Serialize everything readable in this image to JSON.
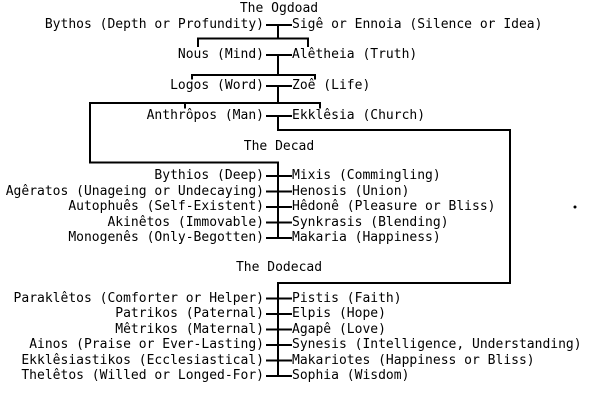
{
  "colors": {
    "ink": "#000000",
    "background": "#ffffff"
  },
  "diagram": {
    "sections": [
      {
        "title": "The Ogdoad",
        "couples": [
          {
            "left": "Bythos (Depth or Profundity)",
            "right": "Sigê or Ennoia (Silence or Idea)"
          },
          {
            "left": "Nous (Mind)",
            "right": "Alêtheia (Truth)"
          },
          {
            "left": "Logos (Word)",
            "right": "Zoê (Life)"
          },
          {
            "left": "Anthrôpos (Man)",
            "right": "Ekklêsia (Church)"
          }
        ]
      },
      {
        "title": "The Decad",
        "couples": [
          {
            "left": "Bythios (Deep)",
            "right": "Mixis (Commingling)"
          },
          {
            "left": "Agêratos (Unageing or Undecaying)",
            "right": "Henosis (Union)"
          },
          {
            "left": "Autophuês (Self-Existent)",
            "right": "Hêdonê (Pleasure or Bliss)"
          },
          {
            "left": "Akinêtos (Immovable)",
            "right": "Synkrasis (Blending)"
          },
          {
            "left": "Monogenês (Only-Begotten)",
            "right": "Makaria (Happiness)"
          }
        ]
      },
      {
        "title": "The Dodecad",
        "couples": [
          {
            "left": "Paraklêtos (Comforter or Helper)",
            "right": "Pistis (Faith)"
          },
          {
            "left": "Patrikos (Paternal)",
            "right": "Elpis (Hope)"
          },
          {
            "left": "Mêtrikos (Maternal)",
            "right": "Agapê (Love)"
          },
          {
            "left": "Ainos (Praise or Ever-Lasting)",
            "right": "Synesis (Intelligence, Understanding)"
          },
          {
            "left": "Ekklêsiastikos (Ecclesiastical)",
            "right": "Makariotes (Happiness or Bliss)"
          },
          {
            "left": "Thelêtos (Willed or Longed-For)",
            "right": "Sophia (Wisdom)"
          }
        ]
      }
    ]
  }
}
